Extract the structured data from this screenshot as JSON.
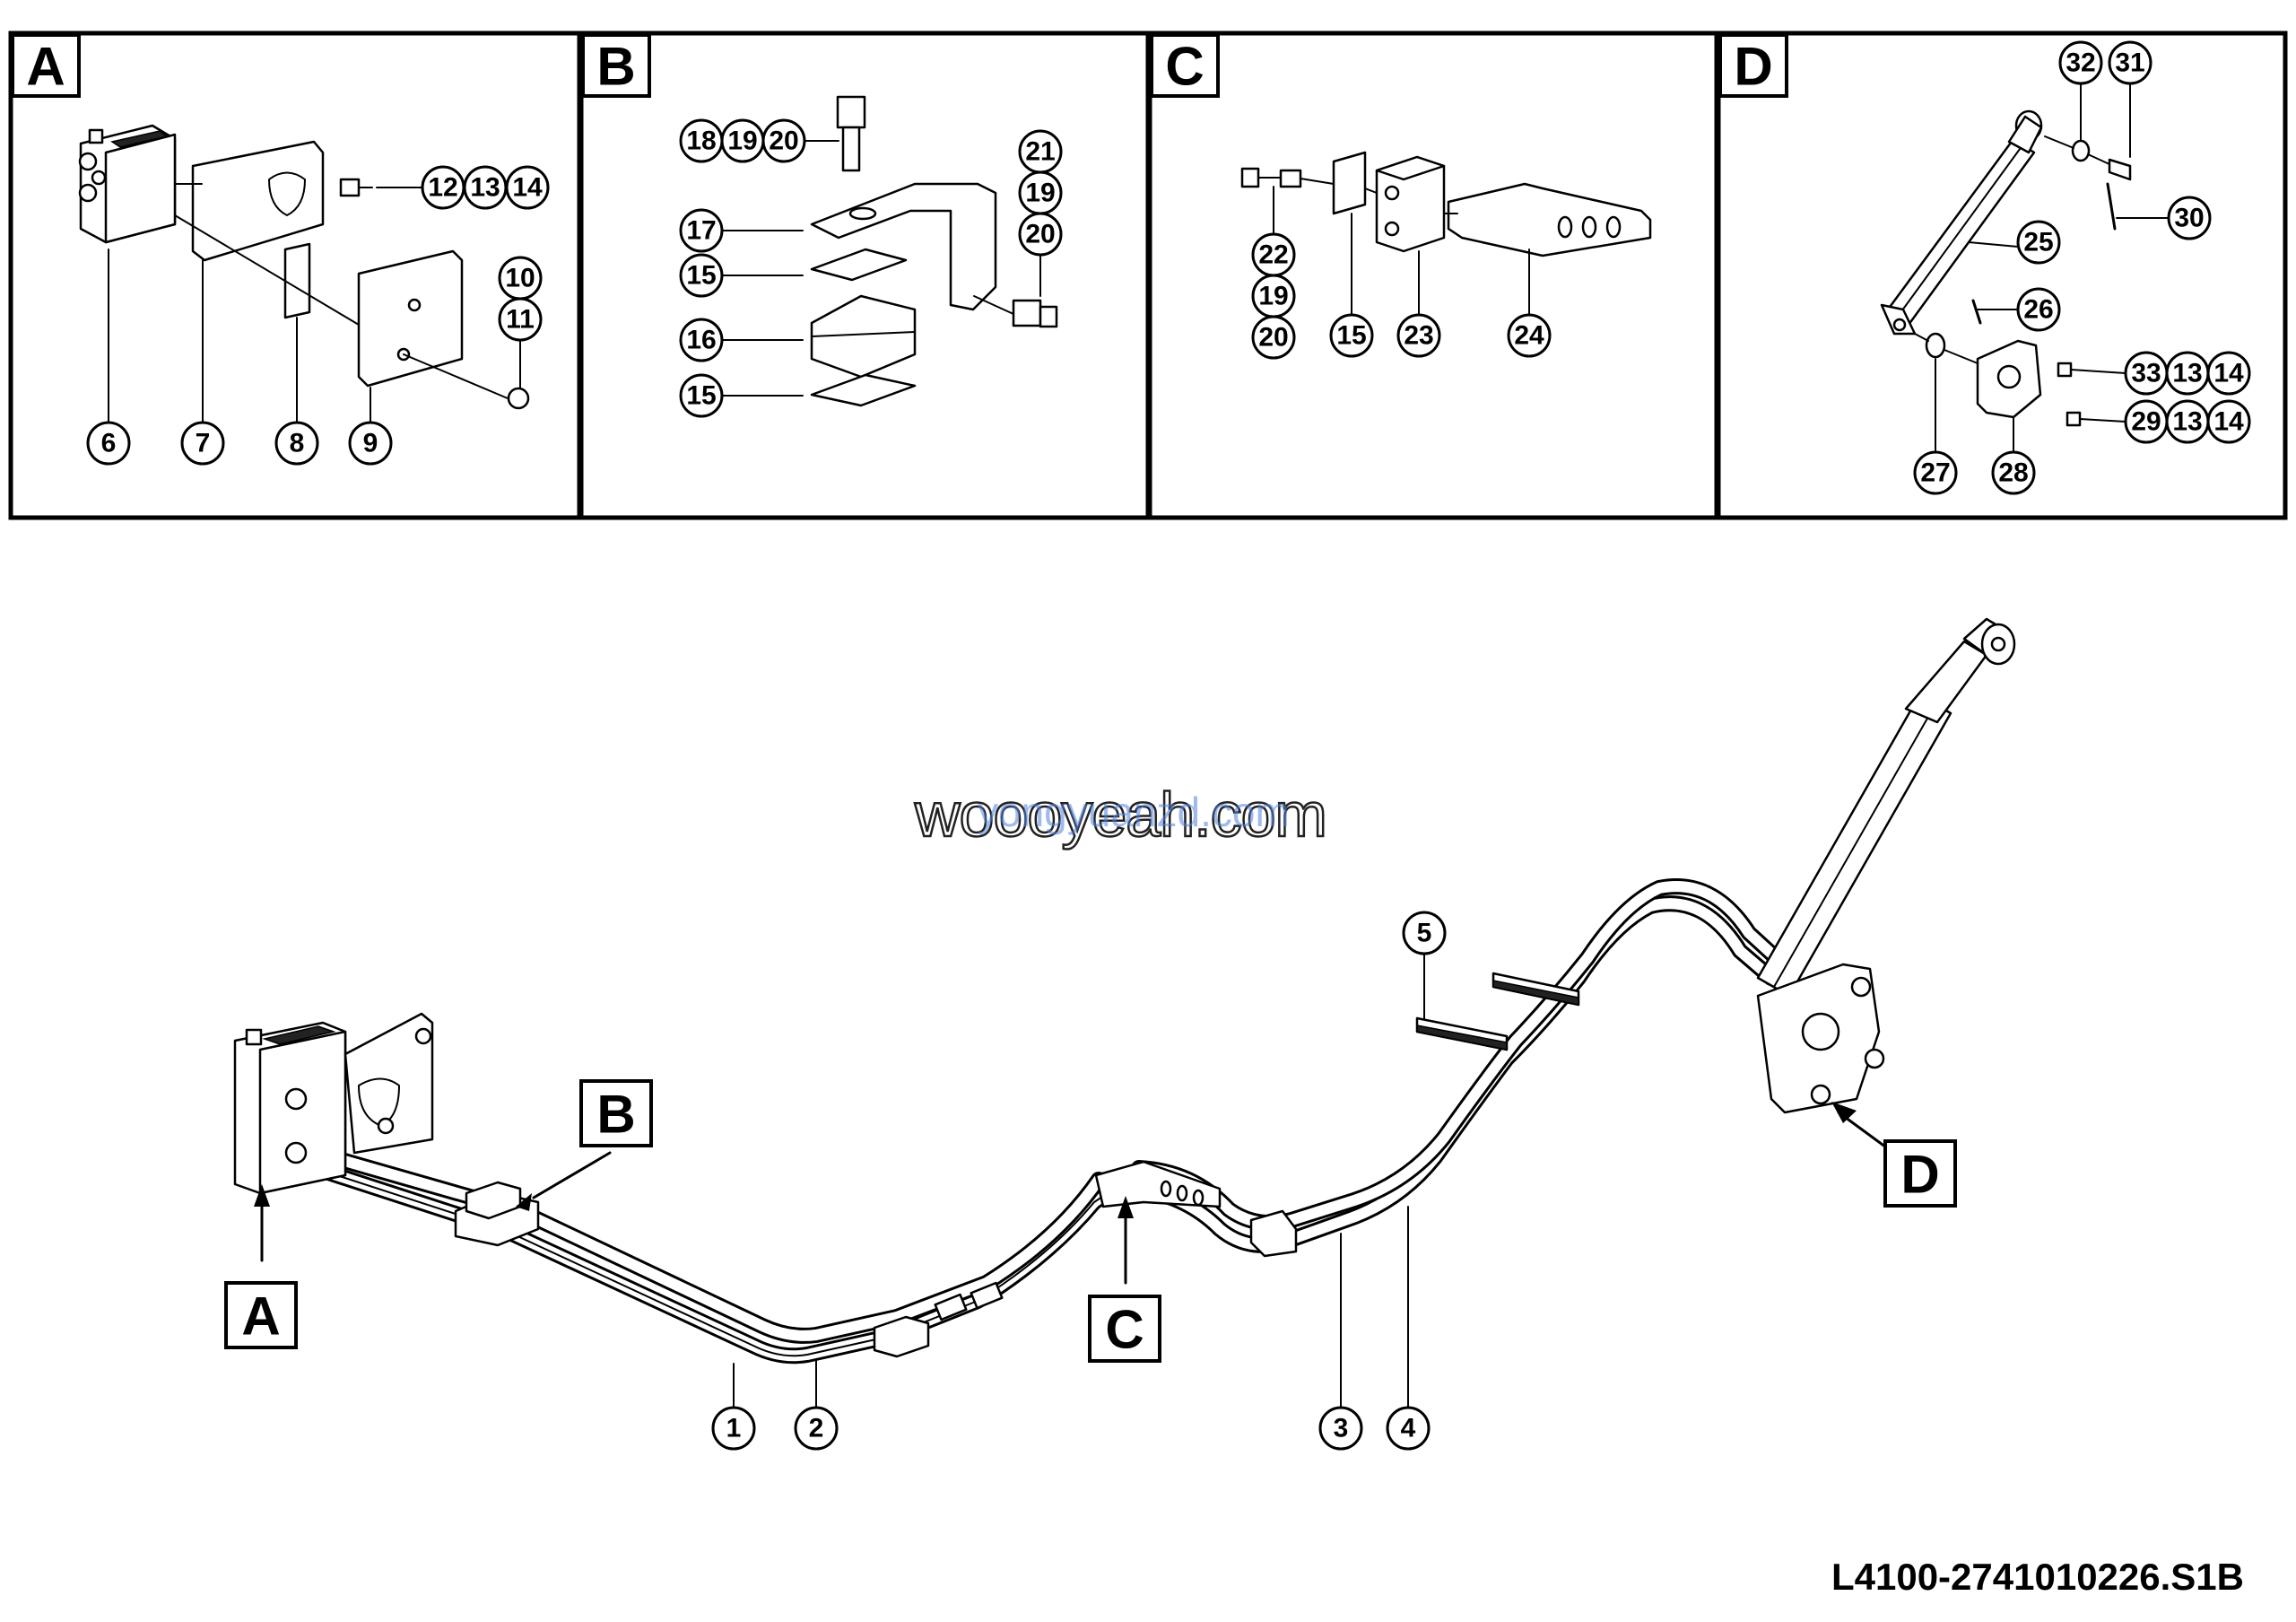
{
  "sections": [
    {
      "label": "A"
    },
    {
      "label": "B"
    },
    {
      "label": "C"
    },
    {
      "label": "D"
    }
  ],
  "callouts": {
    "panelA": [
      "6",
      "7",
      "8",
      "9",
      "10",
      "11",
      "12",
      "13",
      "14"
    ],
    "panelB": [
      "18",
      "19",
      "20",
      "21",
      "19",
      "20",
      "17",
      "15",
      "16",
      "15"
    ],
    "panelC": [
      "22",
      "19",
      "20",
      "15",
      "23",
      "24"
    ],
    "panelD": [
      "32",
      "31",
      "30",
      "25",
      "26",
      "33",
      "13",
      "14",
      "29",
      "13",
      "14",
      "27",
      "28"
    ],
    "main": [
      "1",
      "2",
      "3",
      "4",
      "5"
    ]
  },
  "main_sections": [
    "A",
    "B",
    "C",
    "D"
  ],
  "watermark": {
    "primary": "woooyeah.com",
    "secondary": "yongyuanzd.com"
  },
  "reference_code": "L4100-2741010226.S1B"
}
